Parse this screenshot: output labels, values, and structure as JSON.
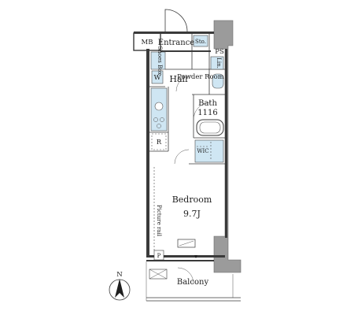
{
  "rooms": {
    "mb": "MB",
    "entrance": "Entrance",
    "storage": "Sto.",
    "ps": "PS",
    "shoes_box": "Shoes Box",
    "linen": "Lin.",
    "washer": "W",
    "hall": "Hall",
    "powder_room": "Powder Room",
    "bath": "Bath",
    "bath_size": "1116",
    "fridge": "R",
    "wic": "WIC",
    "bedroom": "Bedroom",
    "bedroom_size": "9.7J",
    "picture_rail": "Picture rail",
    "pipe": "P",
    "balcony": "Balcony",
    "north": "N"
  },
  "colors": {
    "fixture_fill": "#cfe6f3",
    "wall": "#3a3a3a",
    "column": "#9b9b9b"
  }
}
